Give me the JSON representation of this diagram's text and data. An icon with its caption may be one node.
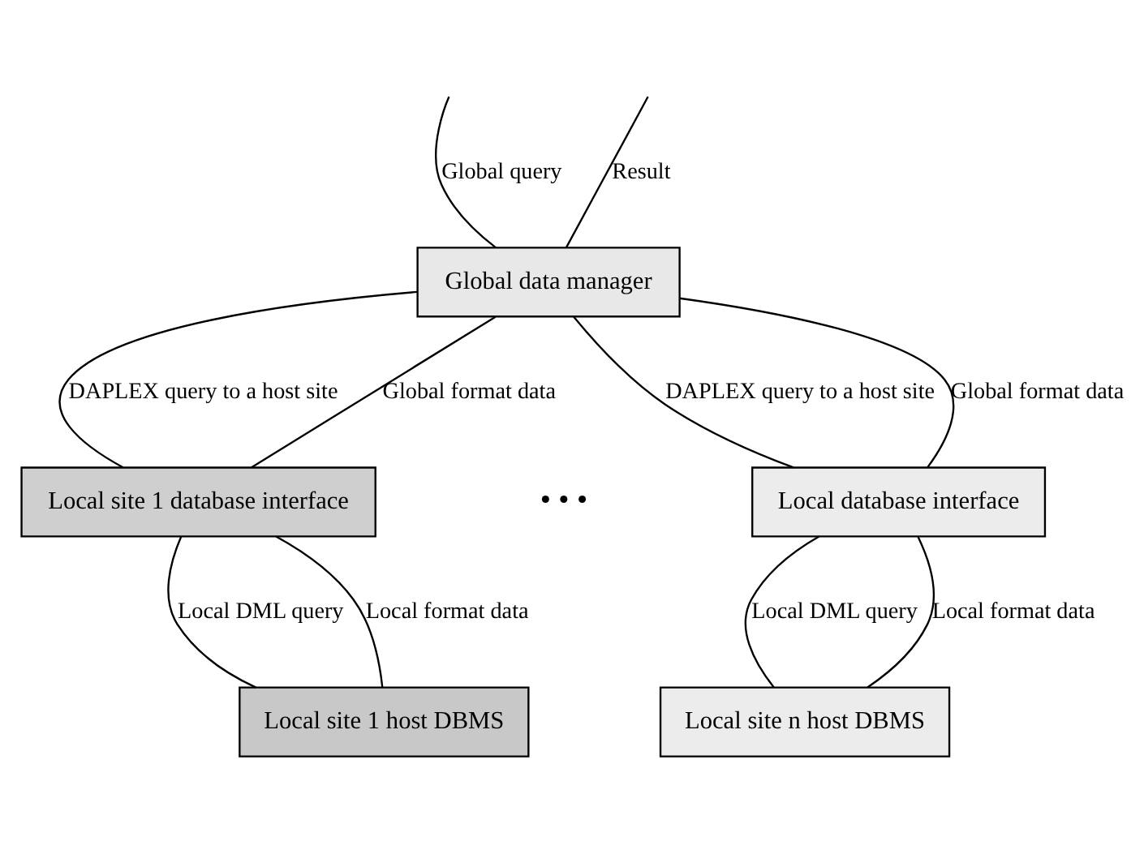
{
  "diagram": {
    "nodes": [
      {
        "text": [
          "Global data manager"
        ]
      },
      {
        "text": [
          "Local site 1 database interface"
        ]
      },
      {
        "text": [
          "Local database interface"
        ]
      },
      {
        "text": [
          "Local site 1 host DBMS"
        ]
      },
      {
        "text": [
          "Local site n host DBMS"
        ]
      }
    ],
    "edges": [
      {
        "from": null,
        "to": 0,
        "arrow": "none",
        "label": "Global query"
      },
      {
        "from": 0,
        "to": null,
        "arrow": "none",
        "label": "Result"
      },
      {
        "from": 0,
        "to": 1,
        "arrow": "none",
        "label": "DAPLEX query to a host site"
      },
      {
        "from": 1,
        "to": 0,
        "arrow": "none",
        "label": "Global format data"
      },
      {
        "from": 0,
        "to": 2,
        "arrow": "none",
        "label": "DAPLEX query to a host site"
      },
      {
        "from": 2,
        "to": 0,
        "arrow": "none",
        "label": "Global format data"
      },
      {
        "from": 1,
        "to": 3,
        "arrow": "none",
        "label": "Local DML query"
      },
      {
        "from": 3,
        "to": 1,
        "arrow": "none",
        "label": "Local format data"
      },
      {
        "from": 2,
        "to": 4,
        "arrow": "none",
        "label": "Local DML query"
      },
      {
        "from": 4,
        "to": 2,
        "arrow": "none",
        "label": "Local format data"
      }
    ],
    "labels": [
      "• • •"
    ]
  }
}
